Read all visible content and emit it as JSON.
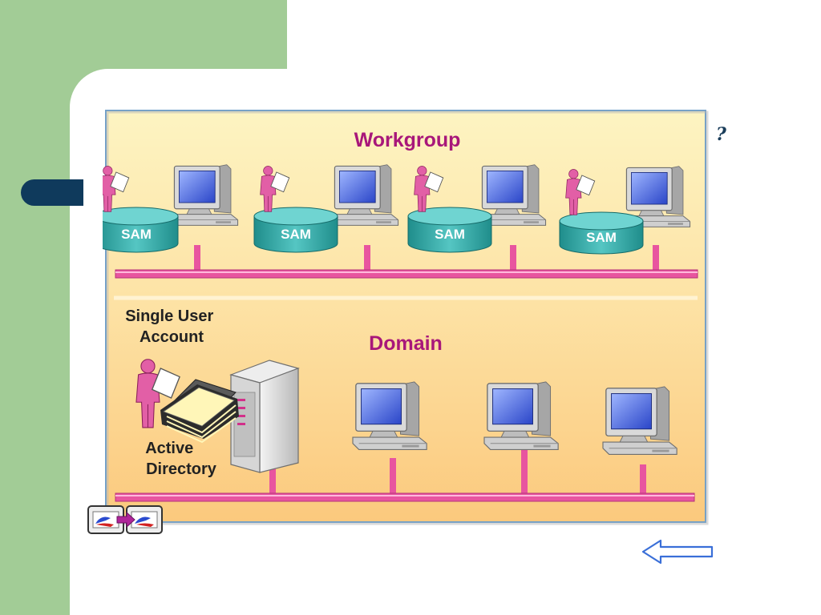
{
  "workgroup": {
    "title": "Workgroup",
    "computers": [
      {
        "database_label": "SAM"
      },
      {
        "database_label": "SAM"
      },
      {
        "database_label": "SAM"
      },
      {
        "database_label": "SAM"
      }
    ]
  },
  "domain": {
    "title": "Domain",
    "account_label_line1": "Single User",
    "account_label_line2": "Account",
    "directory_label_line1": "Active",
    "directory_label_line2": "Directory"
  },
  "decoration": {
    "slide_mark": "?"
  },
  "colors": {
    "slide_green": "#a2cc96",
    "accent_navy": "#0f3a5c",
    "title_magenta": "#a8177a",
    "network_pink": "#e8559f",
    "sam_teal": "#3fb2b0",
    "back_arrow_blue": "#3a6fd8"
  },
  "icons": {
    "back": "left-arrow-icon",
    "nav": "transition-icon"
  }
}
